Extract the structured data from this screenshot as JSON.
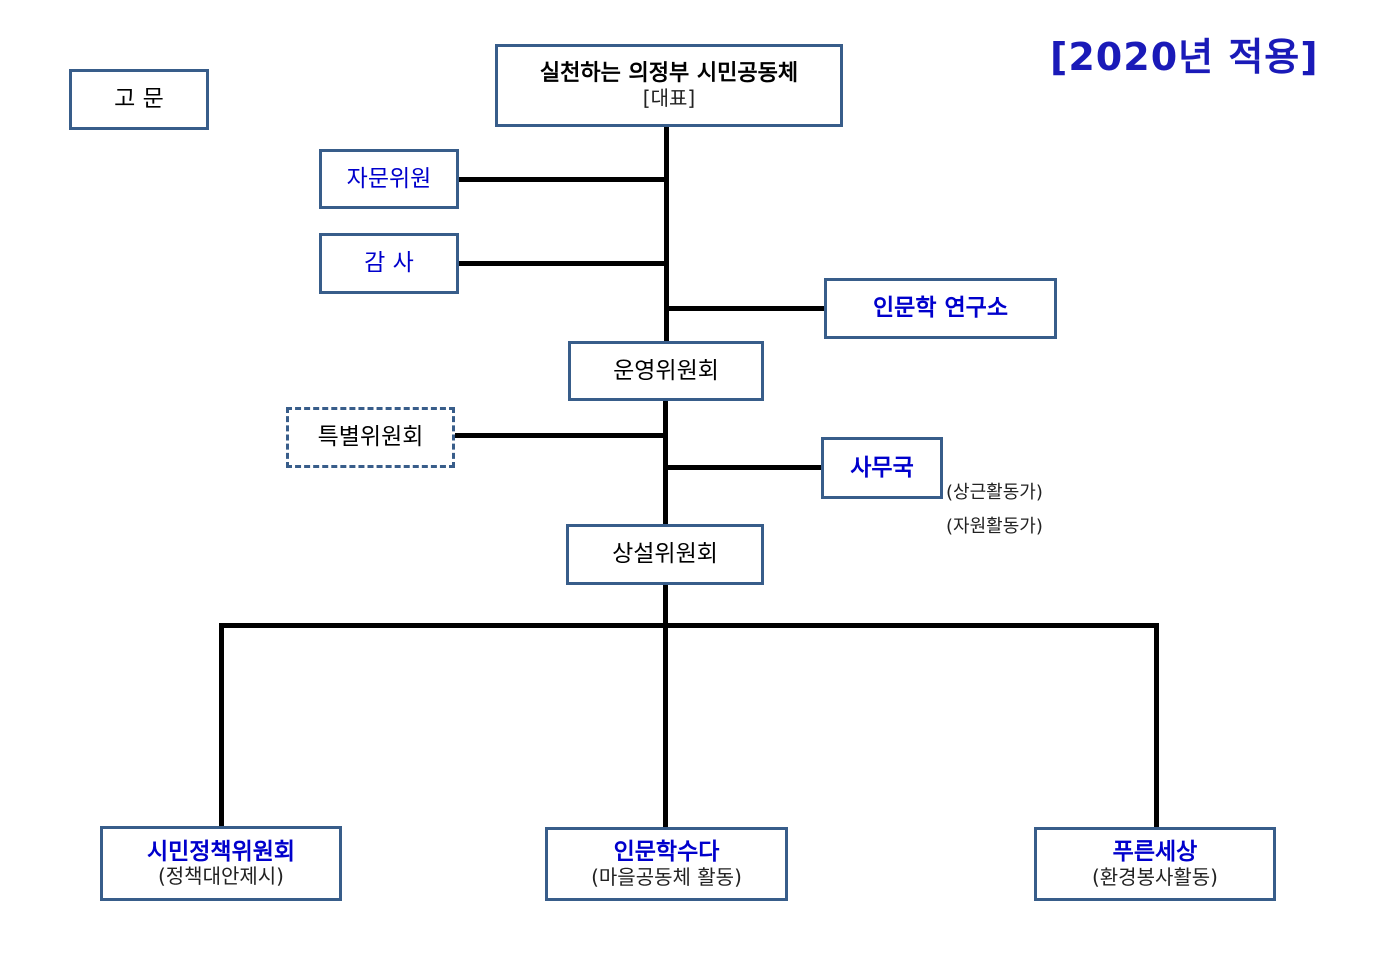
{
  "year_label": "[2020년 적용]",
  "top": {
    "title": "실천하는 의정부 시민공동체",
    "subtitle": "[대표]"
  },
  "advisor": "고 문",
  "advisory_committee": "자문위원",
  "audit": "감 사",
  "humanities_institute": "인문학 연구소",
  "steering_committee": "운영위원회",
  "special_committee": "특별위원회",
  "secretariat": {
    "label": "사무국",
    "notes": [
      "(상근활동가)",
      "(자원활동가)"
    ]
  },
  "standing_committee": "상설위원회",
  "committees": [
    {
      "title": "시민정책위원회",
      "subtitle": "(정책대안제시)"
    },
    {
      "title": "인문학수다",
      "subtitle": "(마을공동체 활동)"
    },
    {
      "title": "푸른세상",
      "subtitle": "(환경봉사활동)"
    }
  ],
  "colors": {
    "box_border": "#385d8a",
    "accent_text": "#0000cc",
    "year_text": "#1a1ab8",
    "connector": "#000000"
  }
}
